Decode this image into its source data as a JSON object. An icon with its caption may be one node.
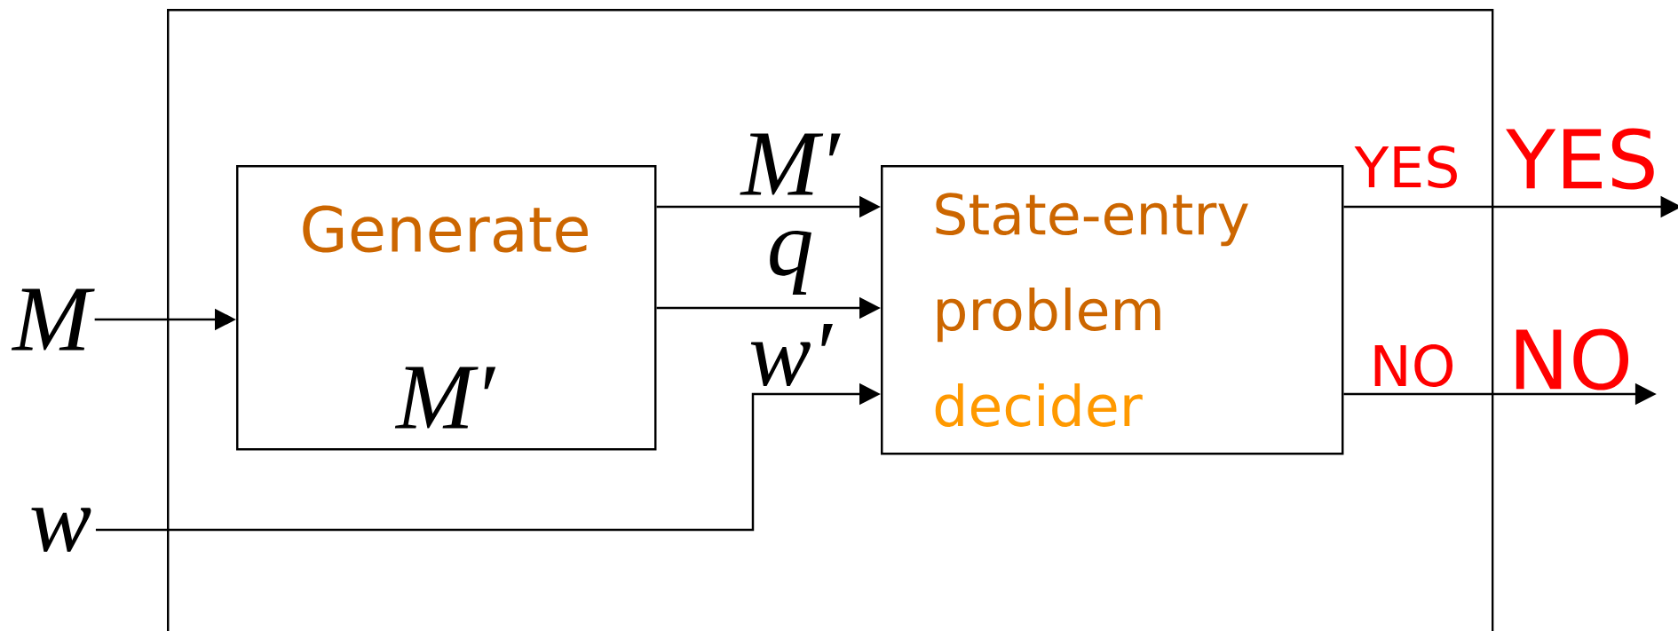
{
  "diagram": {
    "nodes": [
      {
        "text": [],
        "shape": "box"
      },
      {
        "text": [
          "Generate",
          "M′"
        ],
        "in": 0
      },
      {
        "text": [
          "State-entry problem",
          "decider"
        ],
        "in": 0
      },
      {
        "text": [
          "M"
        ]
      },
      {
        "text": [
          "w"
        ]
      },
      {
        "text": [
          "YES"
        ]
      },
      {
        "text": [
          "NO"
        ]
      }
    ],
    "edges": [
      {
        "from": 3,
        "to": 1,
        "arrow": "to"
      },
      {
        "from": 1,
        "to": 2,
        "arrow": "to",
        "label": "M′"
      },
      {
        "from": 1,
        "to": 2,
        "arrow": "to",
        "label": "q"
      },
      {
        "from": 4,
        "to": 2,
        "arrow": "to",
        "label": "w′"
      },
      {
        "from": 2,
        "to": 5,
        "arrow": "to",
        "label": "YES"
      },
      {
        "from": 2,
        "to": 6,
        "arrow": "to",
        "label": "NO"
      }
    ]
  }
}
